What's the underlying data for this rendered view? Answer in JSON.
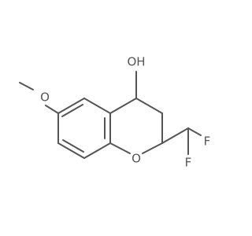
{
  "molecule": {
    "colors": {
      "bond": "#555555",
      "label": "#555555",
      "background": "#ffffff"
    },
    "atoms": [
      {
        "id": "hydroxyl-oxygen-label",
        "text": "OH"
      },
      {
        "id": "methoxy-oxygen-label",
        "text": "O"
      },
      {
        "id": "ring-oxygen-label",
        "text": "O"
      },
      {
        "id": "fluorine-top-label",
        "text": "F"
      },
      {
        "id": "fluorine-bottom-label",
        "text": "F"
      }
    ]
  }
}
